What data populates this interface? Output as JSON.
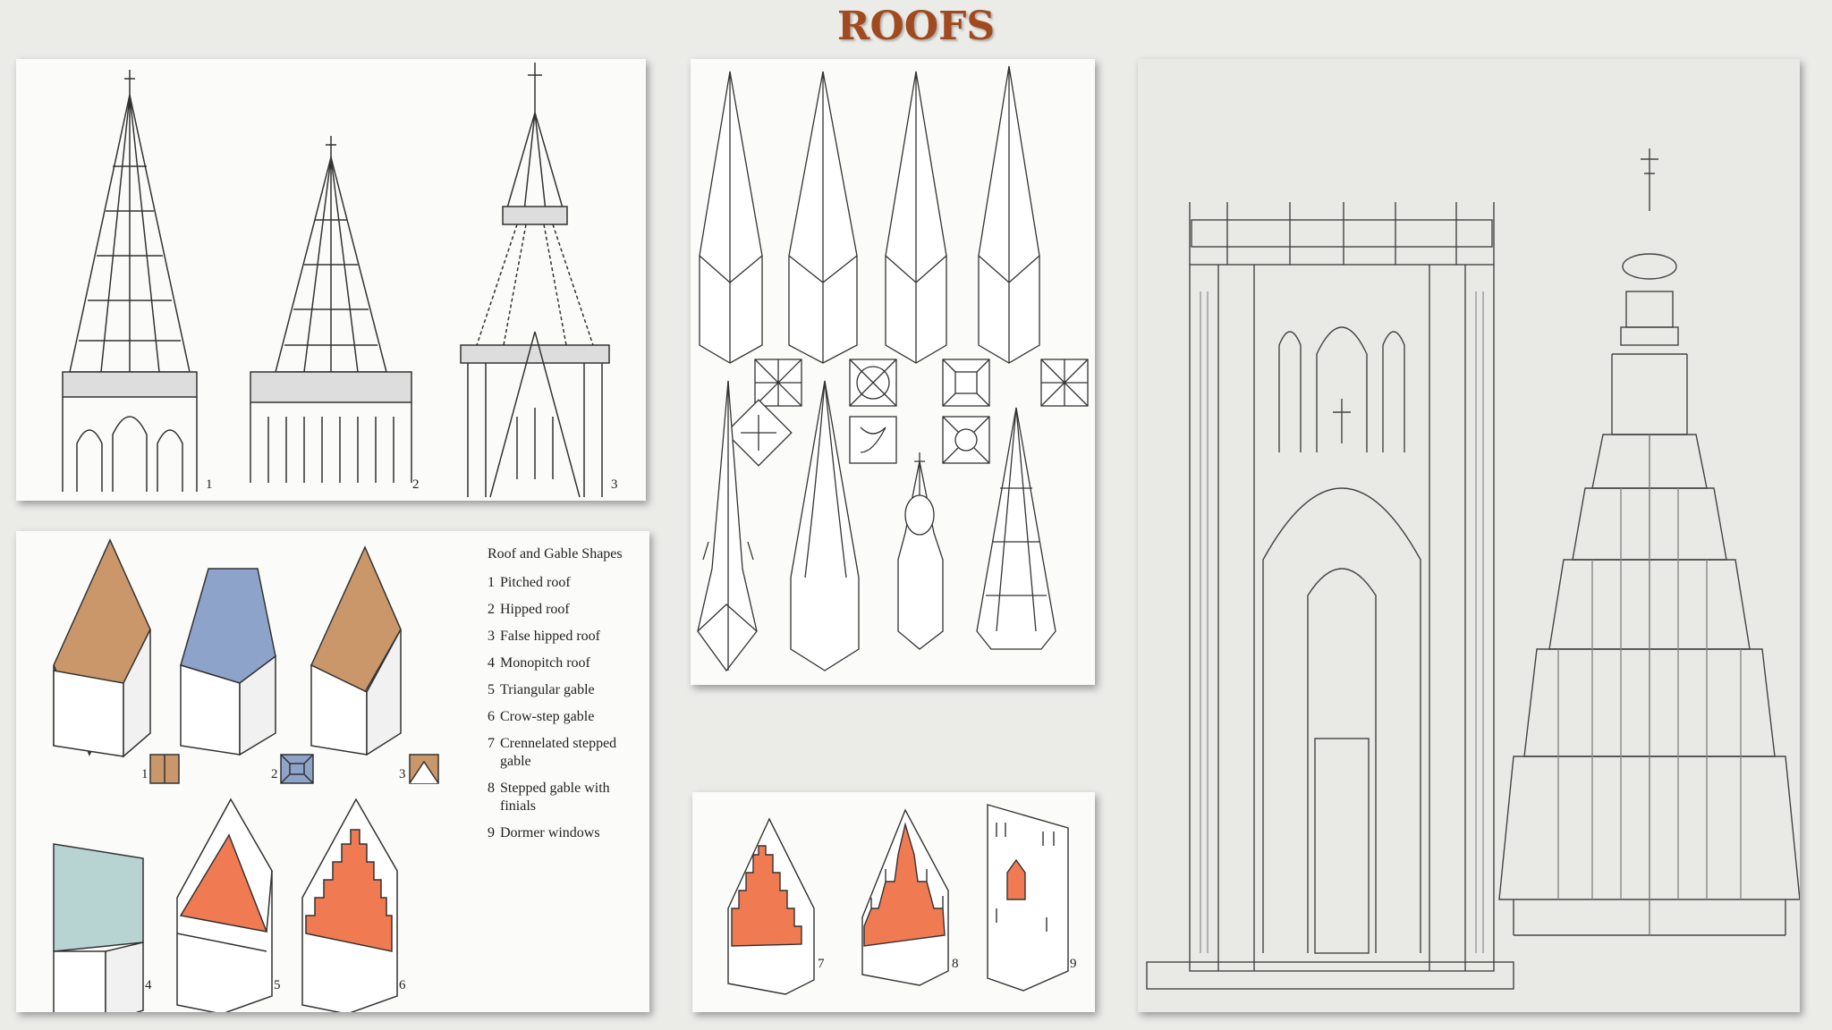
{
  "title": "ROOFS",
  "legend": {
    "heading": "Roof and Gable Shapes",
    "items": [
      {
        "n": "1",
        "label": "Pitched roof"
      },
      {
        "n": "2",
        "label": "Hipped roof"
      },
      {
        "n": "3",
        "label": "False hipped roof"
      },
      {
        "n": "4",
        "label": "Monopitch roof"
      },
      {
        "n": "5",
        "label": "Triangular gable"
      },
      {
        "n": "6",
        "label": "Crow-step gable"
      },
      {
        "n": "7",
        "label": "Crennelated stepped gable"
      },
      {
        "n": "8",
        "label": "Stepped gable with finials"
      },
      {
        "n": "9",
        "label": "Dormer windows"
      }
    ]
  },
  "spires_numbers": [
    "1",
    "2",
    "3"
  ],
  "roof_numbers": [
    "1",
    "2",
    "3",
    "4",
    "5",
    "6"
  ],
  "gable_numbers": [
    "7",
    "8",
    "9"
  ],
  "colors": {
    "title": "#a14a1f",
    "pitched": "#c9976a",
    "hipped": "#8ea3c9",
    "monopitch": "#b7d3d2",
    "gable_red": "#f07b52",
    "line": "#333333"
  }
}
